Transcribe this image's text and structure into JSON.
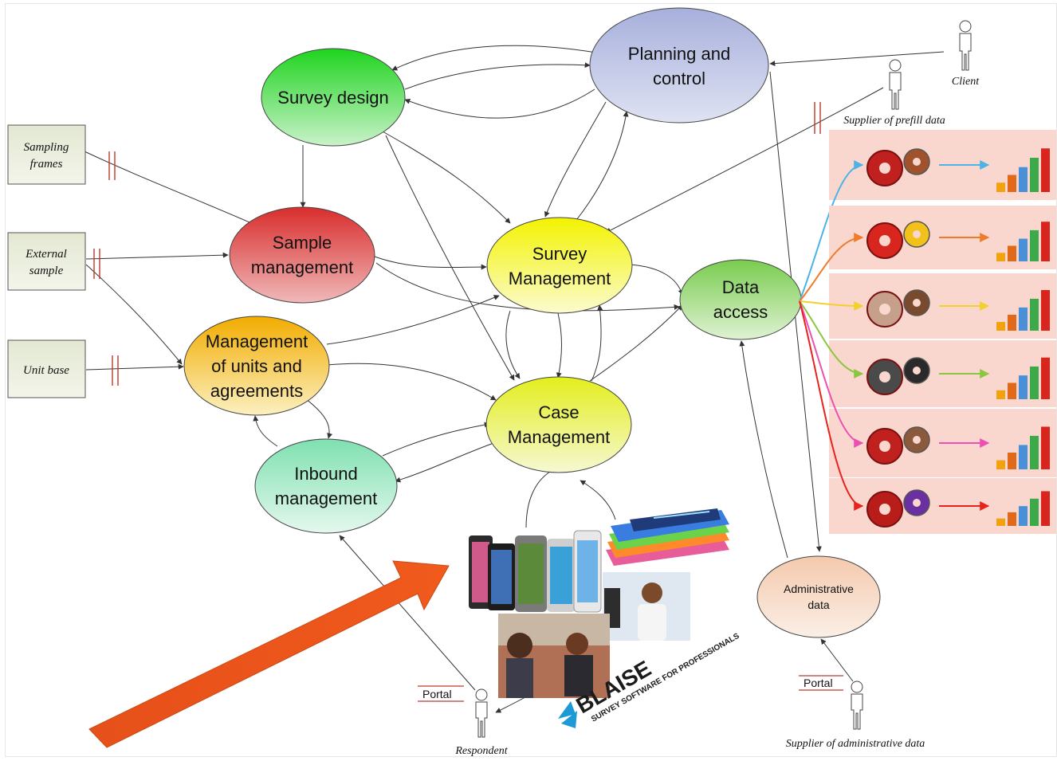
{
  "nodes": {
    "planning": {
      "line1": "Planning and",
      "line2": "control",
      "color": "#aab4d8"
    },
    "survey_design": {
      "line1": "Survey design",
      "color": "#3ccf3c"
    },
    "sample_mgmt": {
      "line1": "Sample",
      "line2": "management",
      "color": "#d84848"
    },
    "survey_mgmt": {
      "line1": "Survey",
      "line2": "Management",
      "color": "#f2f21e"
    },
    "data_access": {
      "line1": "Data",
      "line2": "access",
      "color": "#8fd26a"
    },
    "units": {
      "line1": "Management",
      "line2": "of units and",
      "line3": "agreements",
      "color": "#f2b400"
    },
    "case_mgmt": {
      "line1": "Case",
      "line2": "Management",
      "color": "#e8ef3e"
    },
    "inbound": {
      "line1": "Inbound",
      "line2": "management",
      "color": "#8fe3b8"
    },
    "admin_data": {
      "line1": "Administrative",
      "line2": "data",
      "color": "#f6d2bc"
    }
  },
  "sources": {
    "sampling_frames": {
      "line1": "Sampling",
      "line2": "frames"
    },
    "external_sample": {
      "line1": "External",
      "line2": "sample"
    },
    "unit_base": {
      "line1": "Unit base"
    }
  },
  "actors": {
    "client": "Client",
    "prefill": "Supplier of prefill data",
    "respondent": "Respondent",
    "admin_supplier": "Supplier of administrative data"
  },
  "portal_label": "Portal",
  "blaise": {
    "name": "BLAISE",
    "tagline": "SURVEY SOFTWARE FOR PROFESSIONALS"
  },
  "output_colors": [
    "#4bb3e6",
    "#f07b2a",
    "#f2d02e",
    "#8cc63f",
    "#ee4fb3",
    "#e8221c"
  ]
}
